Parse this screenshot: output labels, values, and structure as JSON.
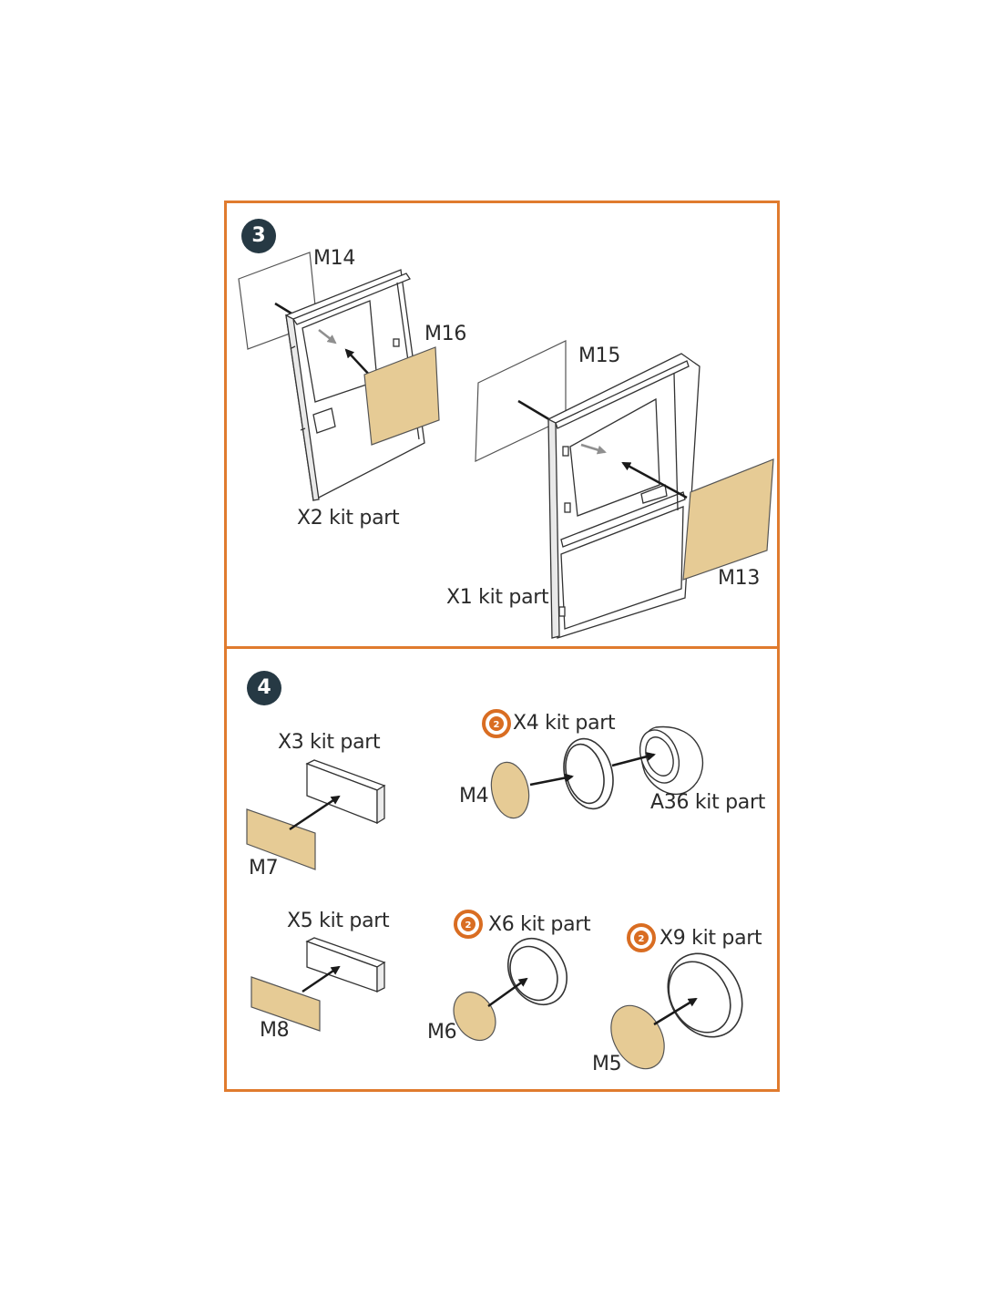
{
  "colors": {
    "frame": "#e07b2e",
    "badge": "#263944",
    "mask": "#e6cb95",
    "arrow": "#1a1a1a",
    "arrow_secondary": "#8f8f8f",
    "icon_ring": "#d96d22"
  },
  "icons": {
    "repeat": "repeat-2x-icon"
  },
  "step3": {
    "number": "3",
    "labels": {
      "m14": "M14",
      "m16": "M16",
      "m15": "M15",
      "m13": "M13",
      "x2": "X2 kit part",
      "x1": "X1 kit part"
    }
  },
  "step4": {
    "number": "4",
    "labels": {
      "x3": "X3 kit part",
      "m7": "M7",
      "x4": "X4 kit part",
      "m4": "M4",
      "a36": "A36 kit part",
      "x5": "X5 kit part",
      "m8": "M8",
      "x6": "X6 kit part",
      "m6": "M6",
      "x9": "X9 kit part",
      "m5": "M5"
    }
  }
}
